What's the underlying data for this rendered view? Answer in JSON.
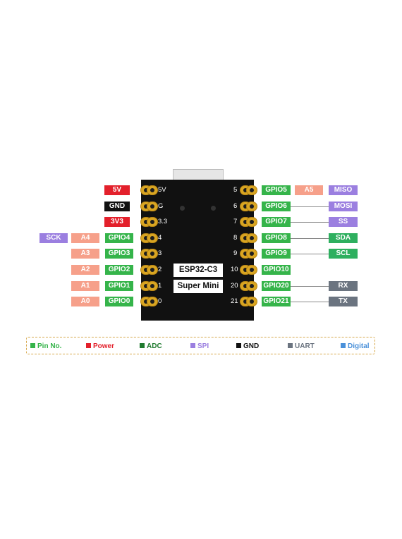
{
  "board": {
    "line1": "ESP32-C3",
    "line2": "Super Mini"
  },
  "colors": {
    "gpio": "#35b44a",
    "power": "#e3202b",
    "gnd": "#111111",
    "adc": "#f6a08a",
    "spi": "#9b7fe0",
    "i2c": "#2eaf5f",
    "uart": "#6b7480",
    "pad": "#d9a522"
  },
  "left_pins": [
    {
      "pin": "5V",
      "labels": [
        {
          "text": "5V",
          "kind": "power"
        }
      ]
    },
    {
      "pin": "G",
      "labels": [
        {
          "text": "GND",
          "kind": "gnd"
        }
      ]
    },
    {
      "pin": "3.3",
      "labels": [
        {
          "text": "3V3",
          "kind": "power"
        }
      ]
    },
    {
      "pin": "4",
      "labels": [
        {
          "text": "GPIO4",
          "kind": "gpio"
        },
        {
          "text": "A4",
          "kind": "adc"
        },
        {
          "text": "SCK",
          "kind": "spi"
        }
      ]
    },
    {
      "pin": "3",
      "labels": [
        {
          "text": "GPIO3",
          "kind": "gpio"
        },
        {
          "text": "A3",
          "kind": "adc"
        }
      ]
    },
    {
      "pin": "2",
      "labels": [
        {
          "text": "GPIO2",
          "kind": "gpio"
        },
        {
          "text": "A2",
          "kind": "adc"
        }
      ]
    },
    {
      "pin": "1",
      "labels": [
        {
          "text": "GPIO1",
          "kind": "gpio"
        },
        {
          "text": "A1",
          "kind": "adc"
        }
      ]
    },
    {
      "pin": "0",
      "labels": [
        {
          "text": "GPIO0",
          "kind": "gpio"
        },
        {
          "text": "A0",
          "kind": "adc"
        }
      ]
    }
  ],
  "right_pins": [
    {
      "pin": "5",
      "labels": [
        {
          "text": "GPIO5",
          "kind": "gpio"
        },
        {
          "text": "A5",
          "kind": "adc"
        },
        {
          "text": "MISO",
          "kind": "spi"
        }
      ]
    },
    {
      "pin": "6",
      "labels": [
        {
          "text": "GPIO6",
          "kind": "gpio"
        },
        {
          "text": "MOSI",
          "kind": "spi"
        }
      ]
    },
    {
      "pin": "7",
      "labels": [
        {
          "text": "GPIO7",
          "kind": "gpio"
        },
        {
          "text": "SS",
          "kind": "spi"
        }
      ]
    },
    {
      "pin": "8",
      "labels": [
        {
          "text": "GPIO8",
          "kind": "gpio"
        },
        {
          "text": "SDA",
          "kind": "i2c"
        }
      ]
    },
    {
      "pin": "9",
      "labels": [
        {
          "text": "GPIO9",
          "kind": "gpio"
        },
        {
          "text": "SCL",
          "kind": "i2c"
        }
      ]
    },
    {
      "pin": "10",
      "labels": [
        {
          "text": "GPIO10",
          "kind": "gpio"
        }
      ]
    },
    {
      "pin": "20",
      "labels": [
        {
          "text": "GPIO20",
          "kind": "gpio"
        },
        {
          "text": "RX",
          "kind": "uart"
        }
      ]
    },
    {
      "pin": "21",
      "labels": [
        {
          "text": "GPIO21",
          "kind": "gpio"
        },
        {
          "text": "TX",
          "kind": "uart"
        }
      ]
    }
  ],
  "legend": [
    {
      "text": "Pin No.",
      "color": "#35b44a"
    },
    {
      "text": "Power",
      "color": "#e3202b"
    },
    {
      "text": "ADC",
      "color": "#1f7a2e"
    },
    {
      "text": "SPI",
      "color": "#9b7fe0"
    },
    {
      "text": "GND",
      "color": "#111111"
    },
    {
      "text": "UART",
      "color": "#6b7480"
    },
    {
      "text": "Digital",
      "color": "#4a90d9"
    }
  ]
}
